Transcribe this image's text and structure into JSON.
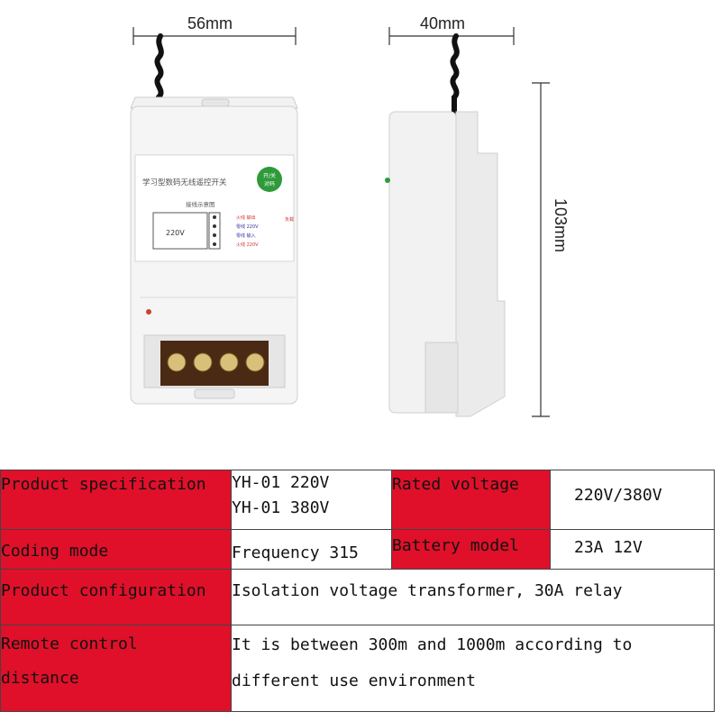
{
  "dimensions": {
    "width": "56mm",
    "depth": "40mm",
    "height": "103mm"
  },
  "device_label": {
    "title": "学习型数码无线遥控开关",
    "button_top": "开/关",
    "button_bottom": "对码",
    "diagram_title": "接线示意图",
    "voltage": "220V",
    "rows": [
      "火线 输出",
      "零线 220V",
      "零线 输入",
      "火线 220V"
    ],
    "load": "负载"
  },
  "specs": {
    "spec_label": "Product specification",
    "spec_value_1": "YH-01 220V",
    "spec_value_2": "YH-01 380V",
    "rated_label": "Rated voltage",
    "rated_value": "220V/380V",
    "coding_label": "Coding mode",
    "coding_value": "Frequency 315",
    "battery_label": "Battery model",
    "battery_value": "23A 12V",
    "config_label": "Product configuration",
    "config_value": "Isolation voltage transformer, 30A relay",
    "distance_label_1": "Remote control",
    "distance_label_2": "distance",
    "distance_value_1": "It is between 300m and 1000m according to",
    "distance_value_2": "different use environment"
  },
  "colors": {
    "label_bg": "#e0102a",
    "button_green": "#2e9a3a"
  }
}
